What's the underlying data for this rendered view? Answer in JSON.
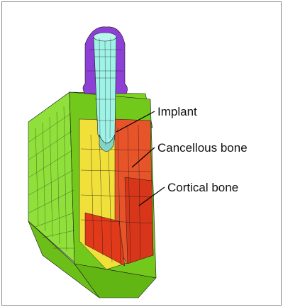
{
  "labels": {
    "implant": "Implant",
    "cancellous": "Cancellous bone",
    "cortical": "Cortical bone"
  },
  "colors": {
    "cortical_bone": "#7ed321",
    "cancellous_bone": "#f2e03a",
    "cancellous_core": "#e03a1a",
    "implant": "#9ff2e6",
    "abutment_cap": "#8e3fd6",
    "mesh_lines": "#1a1a1a",
    "leader_lines": "#000000"
  },
  "icons": {
    "figure": "finite-element-model-of-dental-implant-in-bone"
  }
}
